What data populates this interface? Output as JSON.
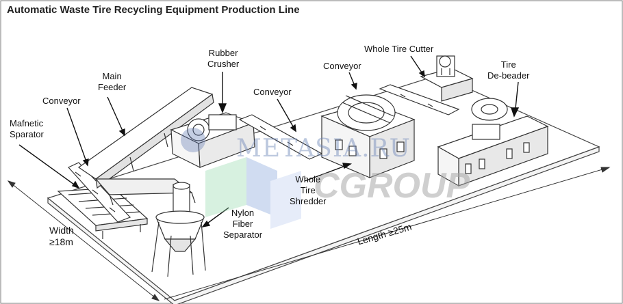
{
  "title": "Automatic Waste Tire Recycling Equipment Production Line",
  "labels": {
    "magnetic_separator": [
      "Mafnetic",
      "Sparator"
    ],
    "conveyor_left": "Conveyor",
    "main_feeder": [
      "Main",
      "Feeder"
    ],
    "rubber_crusher": [
      "Rubber",
      "Crusher"
    ],
    "conveyor_mid": "Conveyor",
    "conveyor_right": "Conveyor",
    "whole_tire_cutter": "Whole Tire Cutter",
    "tire_debeader": [
      "Tire",
      "De-beader"
    ],
    "whole_tire_shredder": [
      "Whole",
      "Tire",
      "Shredder"
    ],
    "nylon_fiber_separator": [
      "Nylon",
      "Fiber",
      "Separator"
    ]
  },
  "dimensions": {
    "width": [
      "Width",
      "≥18m"
    ],
    "length": "Length ≥25m"
  },
  "watermark": {
    "site": "METASIA.RU",
    "group": "CGROUP"
  },
  "colors": {
    "line": "#333333",
    "watermark_blue": "#6d86b8",
    "watermark_green": "#8fd9a8"
  }
}
